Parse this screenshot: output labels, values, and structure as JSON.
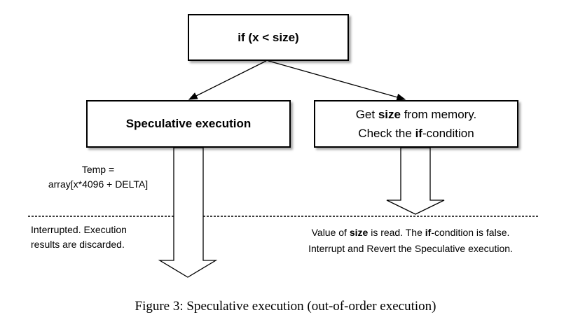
{
  "condition_box": {
    "text": "if (x < size)"
  },
  "speculative_box": {
    "text": "Speculative execution"
  },
  "memory_box": {
    "line1_pre": "Get ",
    "line1_bold": "size",
    "line1_post": " from memory.",
    "line2_pre": "Check the ",
    "line2_bold": "if",
    "line2_post": "-condition"
  },
  "temp_note": {
    "line1": "Temp =",
    "line2": "array[x*4096 + DELTA]"
  },
  "interrupt_note": {
    "line1": "Interrupted. Execution",
    "line2": "results are discarded."
  },
  "value_note": {
    "p1": "Value of ",
    "b1": "size",
    "p2": " is read. The ",
    "b2": "if",
    "p3": "-condition is false.",
    "line2": "Interrupt and Revert the Speculative execution."
  },
  "caption": "Figure 3: Speculative execution (out-of-order execution)"
}
